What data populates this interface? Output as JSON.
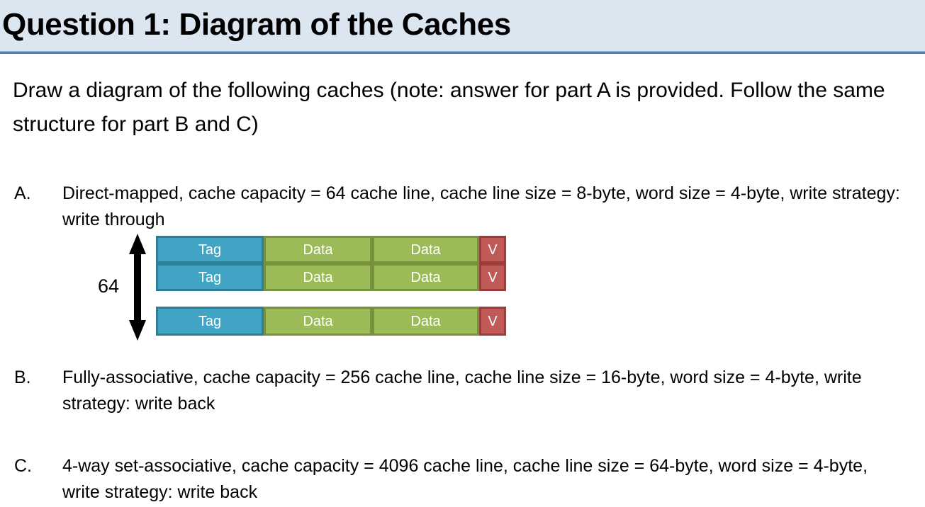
{
  "slide": {
    "title": "Question 1: Diagram of the Caches",
    "intro": "Draw a diagram of the following caches (note: answer for part A is provided. Follow the same structure for part B and C)",
    "items": [
      {
        "marker": "A.",
        "text": "Direct-mapped, cache capacity = 64 cache line, cache line size = 8-byte, word size = 4-byte, write strategy:  write through"
      },
      {
        "marker": "B.",
        "text": "Fully-associative, cache capacity = 256 cache line, cache line size = 16-byte, word size = 4-byte, write strategy:  write back"
      },
      {
        "marker": "C.",
        "text": "4-way set-associative, cache capacity = 4096 cache line, cache line size = 64-byte, word size = 4-byte, write strategy:  write back"
      }
    ]
  },
  "diagram": {
    "dimension_label": "64",
    "arrow_icon": "double-headed-vertical-arrow-icon",
    "rows": [
      {
        "tag": "Tag",
        "data_1": "Data",
        "data_2": "Data",
        "valid": "V"
      },
      {
        "tag": "Tag",
        "data_1": "Data",
        "data_2": "Data",
        "valid": "V"
      },
      {
        "tag": "Tag",
        "data_1": "Data",
        "data_2": "Data",
        "valid": "V"
      }
    ],
    "colors": {
      "tag_fill": "#42a4c4",
      "tag_border": "#2d7e99",
      "data_fill": "#9bbb59",
      "data_border": "#76923c",
      "valid_fill": "#bf5a57",
      "valid_border": "#9c3c3b",
      "title_band": "#dce6f1",
      "title_rule": "#4e7fb8",
      "arrow": "#000000"
    }
  }
}
